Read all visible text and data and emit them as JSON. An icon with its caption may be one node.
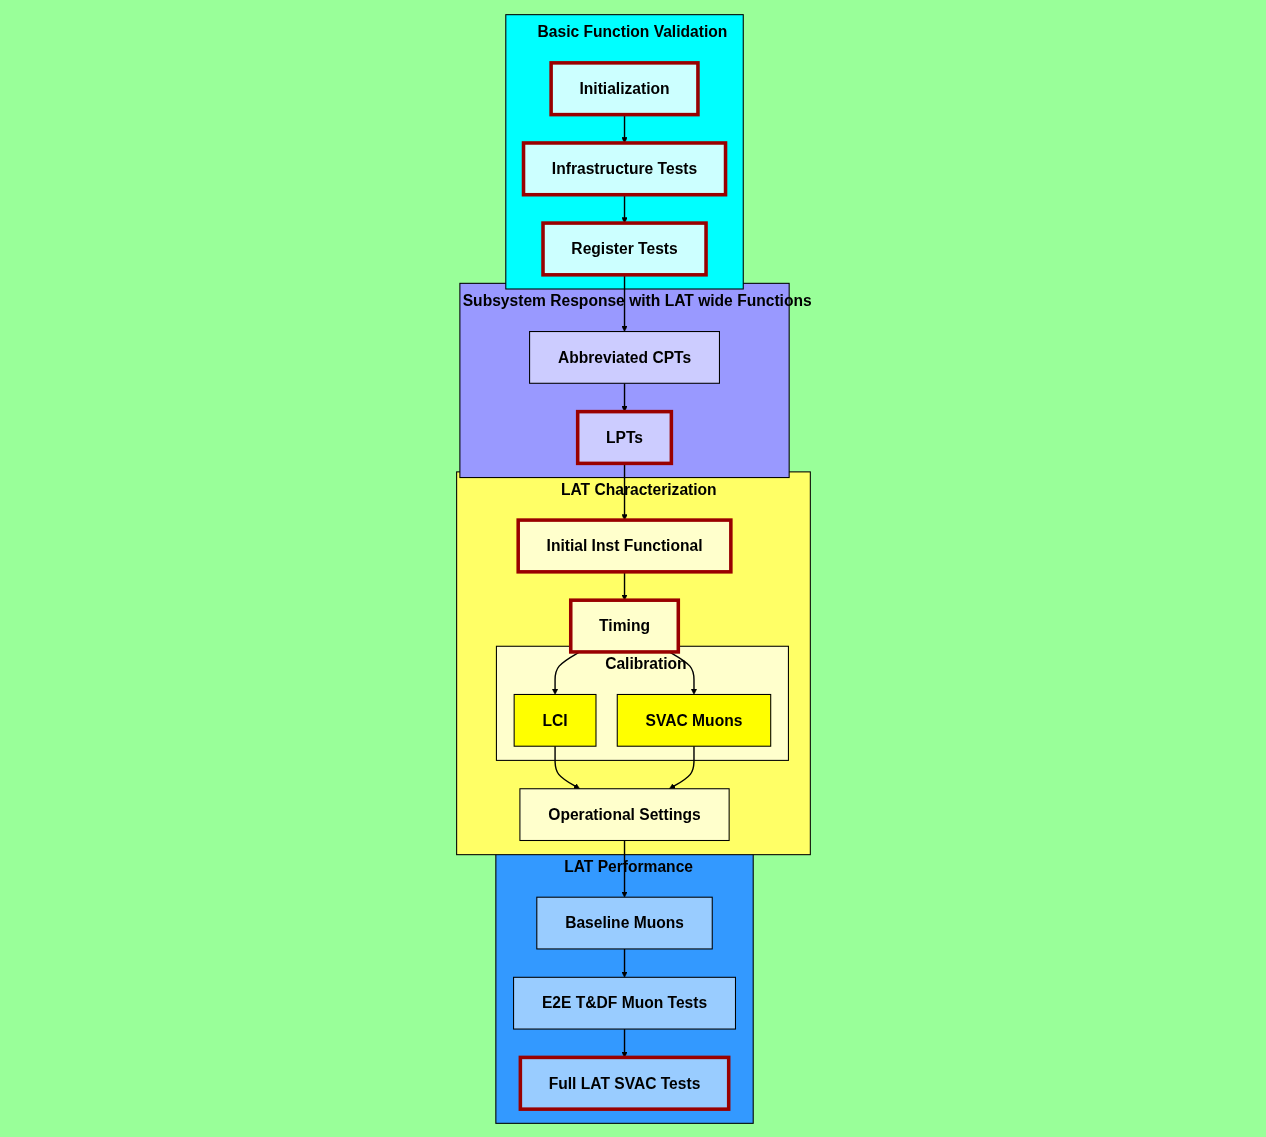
{
  "diagram": {
    "nodes": [
      {
        "text": [
          "Basic Function Validation"
        ]
      },
      {
        "text": [
          "Initialization"
        ],
        "in": 0
      },
      {
        "text": [
          "Infrastructure Tests"
        ],
        "in": 0
      },
      {
        "text": [
          "Register Tests"
        ],
        "in": 0
      },
      {
        "text": [
          "Subsystem Response with LAT wide Functions"
        ]
      },
      {
        "text": [
          "Abbreviated CPTs"
        ],
        "in": 4
      },
      {
        "text": [
          "LPTs"
        ],
        "in": 4
      },
      {
        "text": [
          "LAT Characterization"
        ]
      },
      {
        "text": [
          "Initial Inst Functional"
        ],
        "in": 7
      },
      {
        "text": [
          "Timing"
        ],
        "in": 7
      },
      {
        "text": [
          "Calibration"
        ],
        "in": 7
      },
      {
        "text": [
          "LCI"
        ],
        "in": 10
      },
      {
        "text": [
          "SVAC Muons"
        ],
        "in": 10
      },
      {
        "text": [
          "Operational Settings"
        ],
        "in": 7
      },
      {
        "text": [
          "LAT Performance"
        ]
      },
      {
        "text": [
          "Baseline Muons"
        ],
        "in": 14
      },
      {
        "text": [
          "E2E T&DF Muon Tests"
        ],
        "in": 14
      },
      {
        "text": [
          "Full LAT SVAC Tests"
        ],
        "in": 14
      }
    ],
    "edges": [
      {
        "from": 1,
        "to": 2,
        "arrow": "to"
      },
      {
        "from": 2,
        "to": 3,
        "arrow": "to"
      },
      {
        "from": 3,
        "to": 5,
        "arrow": "to"
      },
      {
        "from": 5,
        "to": 6,
        "arrow": "to"
      },
      {
        "from": 6,
        "to": 8,
        "arrow": "to"
      },
      {
        "from": 8,
        "to": 9,
        "arrow": "to"
      },
      {
        "from": 9,
        "to": 11,
        "arrow": "to"
      },
      {
        "from": 9,
        "to": 12,
        "arrow": "to"
      },
      {
        "from": 11,
        "to": 13,
        "arrow": "to"
      },
      {
        "from": 12,
        "to": 13,
        "arrow": "to"
      },
      {
        "from": 13,
        "to": 15,
        "arrow": "to"
      },
      {
        "from": 15,
        "to": 16,
        "arrow": "to"
      },
      {
        "from": 16,
        "to": 17,
        "arrow": "to"
      }
    ]
  }
}
